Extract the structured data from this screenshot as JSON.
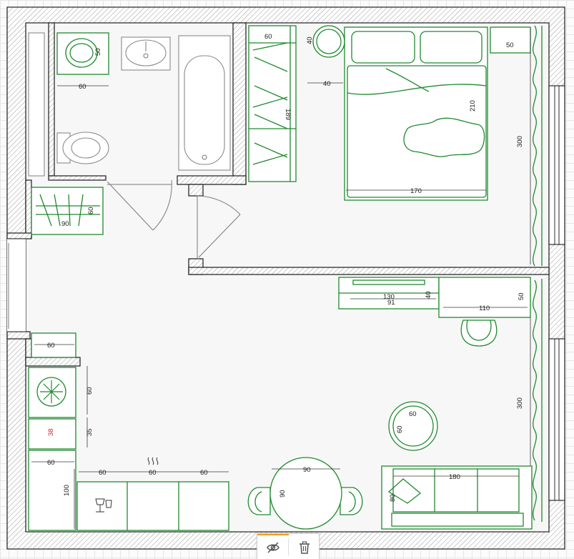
{
  "plan": {
    "dimensions": {
      "d_wm_50": "50",
      "d_wm_60": "60",
      "d_wardrobe_60": "60",
      "d_wardrobe_189": "189",
      "d_night_40a": "40",
      "d_night_40b": "40",
      "d_bed_210": "210",
      "d_bed_170": "170",
      "d_side_50": "50",
      "d_room_300a": "300",
      "d_hall_90": "90",
      "d_hall_60": "60",
      "d_tv_130": "130",
      "d_tv_91": "91",
      "d_tv_40": "40",
      "d_desk_110": "110",
      "d_desk_50": "50",
      "d_room_300b": "300",
      "d_shelf_60": "60",
      "d_fridge_60": "60",
      "d_gap_35": "35",
      "d_gap_38": "38",
      "d_k_60a": "60",
      "d_k_100": "100",
      "d_k_60b": "60",
      "d_k_60c": "60",
      "d_k_60d": "60",
      "d_table_90w": "90",
      "d_table_90h": "90",
      "d_round_60w": "60",
      "d_round_60h": "60",
      "d_sofa_180": "180",
      "d_sofa_80": "80"
    },
    "colors": {
      "furniture": "#1f8a2f",
      "wall": "#2b2b2b",
      "highlight_dimension": "#d0202a",
      "toolbar_accent": "#f0a020"
    }
  },
  "toolbar": {
    "hide_icon": "eye-slash-icon",
    "delete_icon": "trash-icon"
  }
}
